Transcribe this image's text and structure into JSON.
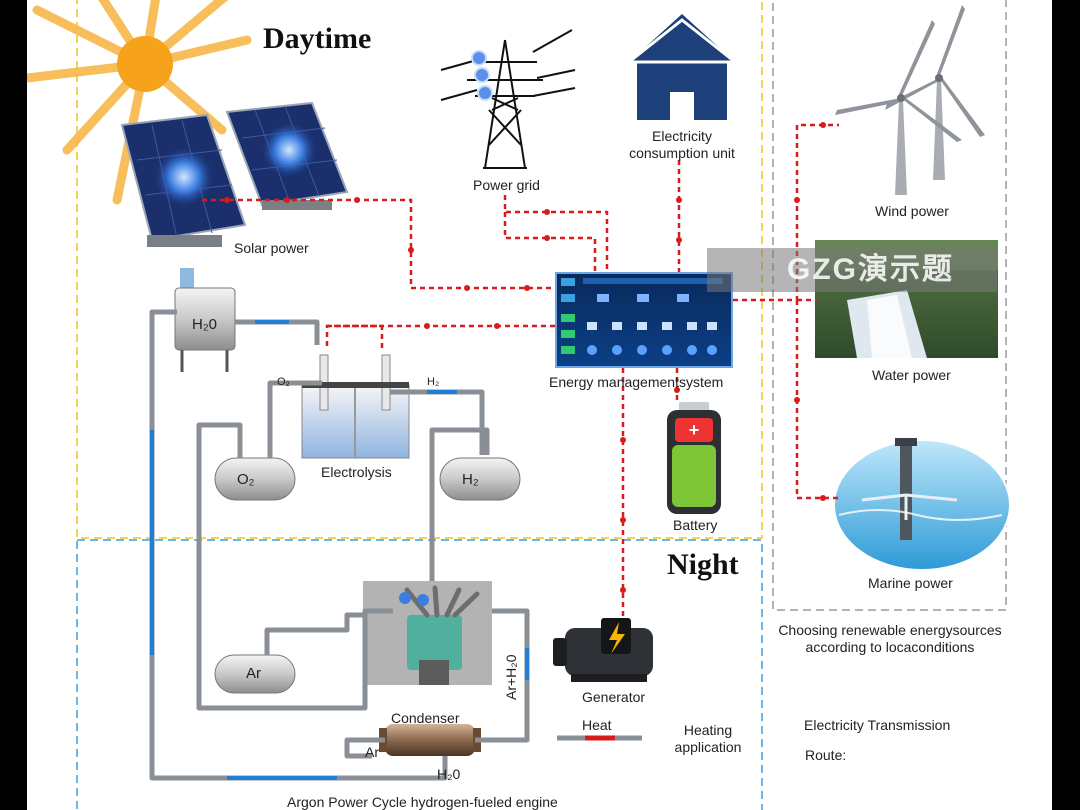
{
  "titles": {
    "daytime": "Daytime",
    "night": "Night"
  },
  "labels": {
    "solar_power": "Solar power",
    "power_grid": "Power grid",
    "consumption_line1": "Electricity",
    "consumption_line2": "consumption unit",
    "wind_power": "Wind power",
    "water_power": "Water power",
    "marine_power": "Marine power",
    "ems": "Energy managementsystem",
    "battery": "Battery",
    "generator": "Generator",
    "electrolysis": "Electrolysis",
    "water_tank": "H₂0",
    "o2_pipe": "O₂",
    "h2_pipe": "H₂",
    "o2_tank": "O₂",
    "h2_tank": "H₂",
    "ar_tank": "Ar",
    "ar_h2o": "Ar+H₂0",
    "condenser": "Condenser",
    "ar_out": "Ar",
    "h2o_out": "H₂0",
    "renewable_line1": "Choosing renewable energysources",
    "renewable_line2": "according to locaconditions",
    "heat": "Heat",
    "heating_line1": "Heating",
    "heating_line2": "application",
    "transmission_line1": "Electricity Transmission",
    "transmission_line2": "Route:",
    "engine_caption": "Argon Power Cycle hydrogen-fueled engine"
  },
  "watermark": "GZG演示题",
  "colors": {
    "power_line": "#d81b1b",
    "water_pipe": "#1f7fd8",
    "pipe": "#8a8f96",
    "day_border": "#f0c419",
    "night_border": "#3aa0e0",
    "source_border": "#9a9a9a",
    "house": "#1d3f7a",
    "battery": "#7ec636",
    "sun": "#f7a21b"
  },
  "icons": [
    "sun-icon",
    "solar-panel-icon",
    "power-tower-icon",
    "house-icon",
    "wind-turbine-icon",
    "dam-icon",
    "tidal-turbine-icon",
    "moon-icon",
    "battery-icon",
    "generator-icon",
    "engine-icon",
    "condenser-icon"
  ]
}
